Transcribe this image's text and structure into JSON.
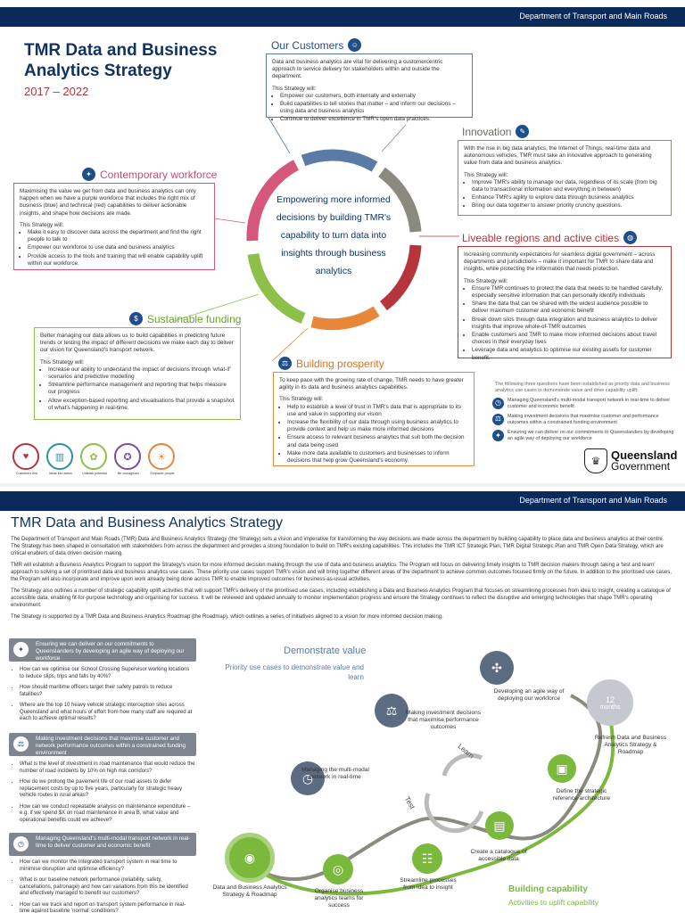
{
  "header": {
    "department": "Department of Transport and Main Roads"
  },
  "page1": {
    "title_line1": "TMR Data and Business",
    "title_line2": "Analytics Strategy",
    "years": "2017 – 2022",
    "center_text": "Empowering more informed decisions by building TMR's capability to turn data into insights through business analytics",
    "customers": {
      "heading": "Our Customers",
      "intro": "Data and business analytics are vital for delivering a customercentric approach to service delivery for stakeholders within and outside the department.",
      "will": "This Strategy will:",
      "items": [
        "Empower our customers, both internally and externally",
        "Build capabilities to tell stories that matter – and inform our decisions – using data and business analytics",
        "Continue to deliver excellence in TMR's open data practices."
      ]
    },
    "innovation": {
      "heading": "Innovation",
      "intro": "With the rise in big data analytics, the Internet of Things, real-time data and autonomous vehicles, TMR must take an innovative approach to generating value from data and business analytics.",
      "will": "This Strategy will:",
      "items": [
        "Improve TMR's ability to manage our data, regardless of its scale (from big data to transactional information and everything in between)",
        "Enhance TMR's agility to explore data through business analytics",
        "Bring our data together to answer priority crunchy questions."
      ]
    },
    "workforce": {
      "heading": "Contemporary workforce",
      "intro": "Maximising the value we get from data and business analytics can only happen when we have a purple workforce that includes the right mix of business (blue) and technical (red) capabilities to deliver actionable insights, and shape how decisions are made.",
      "will": "This Strategy will:",
      "items": [
        "Make it easy to discover data across the department and find the right people to talk to",
        "Empower our workforce to use data and business analytics",
        "Provide access to the tools and training that will enable capability uplift within our workforce."
      ]
    },
    "liveable": {
      "heading": "Liveable regions and active cities",
      "intro": "Increasing community expectations for seamless digital government – across departments and jurisdictions – make it important for TMR to share data and insights, while protecting the information that needs protection.",
      "will": "This Strategy will:",
      "items": [
        "Ensure TMR continues to protect the data that needs to be handled carefully, especially sensitive information that can personally identify individuals",
        "Share the data that can be shared with the widest audience possible to deliver maximum customer and economic benefit",
        "Break down silos through data integration and business analytics to deliver insights that improve whole-of-TMR outcomes",
        "Enable customers and TMR to make more informed decisions about travel choices in their everyday lives",
        "Leverage data and analytics to optimise our existing assets for customer benefit."
      ]
    },
    "funding": {
      "heading": "Sustainable funding",
      "intro": "Better managing our data allows us to build capabilities in predicting future trends or testing the impact of different decisions we make each day to deliver our vision for Queensland's transport network.",
      "will": "This Strategy will:",
      "items": [
        "Increase our ability to understand the impact of decisions through 'what-if' scenarios and predictive modelling",
        "Streamline performance management and reporting that helps measure our progress",
        "Allow exception-based reporting and visualisations that provide a snapshot of what's happening in real-time."
      ]
    },
    "prosperity": {
      "heading": "Building prosperity",
      "intro": "To keep pace with the growing rate of change, TMR needs to have greater agility in its data and business analytics capabilities.",
      "will": "This Strategy will:",
      "items": [
        "Help to establish a level of trust in TMR's data that is appropriate to its use and value in supporting our vision",
        "Increase the flexibility of our data through using business analytics to provide context and help us make more informed decisions",
        "Ensure access to relevant business analytics that suit both the decision and data being used",
        "Make more data available to customers and businesses to inform decisions that help grow Queensland's economy."
      ]
    },
    "priority": {
      "intro": "The following three questions have been established as priority data and business analytics use cases to demonstrate value and drive capability uplift:",
      "items": [
        "Managing Queensland's multi-modal transport network in real-time to deliver customer and economic benefit",
        "Making investment decisions that maximise customer and performance outcomes within a constrained funding environment",
        "Ensuring we can deliver on our commitments to Queenslanders by developing an agile way of deploying our workforce"
      ]
    },
    "values": [
      "Customers first",
      "Ideas into action",
      "Unleash potential",
      "Be courageous",
      "Empower people"
    ],
    "qld_logo": {
      "line1": "Queensland",
      "line2": "Government"
    },
    "ring_colors": [
      "#5b7aa5",
      "#8a8a7e",
      "#b6343b",
      "#e8863a",
      "#8dc049",
      "#d5587b"
    ]
  },
  "page2": {
    "title": "TMR Data and Business Analytics Strategy",
    "para1": "The Department of Transport and Main Roads (TMR) Data and Business Analytics Strategy (the Strategy) sets a vision and imperative for transforming the way decisions are made across the department by building capability to place data and business analytics at their centre. The Strategy has been shaped in consultation with stakeholders from across the department and provides a strong foundation to build on TMR's existing capabilities. This includes the TMR ICT Strategic Plan, TMR Digital Strategic Plan and TMR Open Data Strategy, which are critical enablers of data driven decision making.",
    "para2": "TMR will establish a Business Analytics Program to support the Strategy's vision for more informed decision making through the use of data and business analytics. The Program will focus on delivering timely insights to TMR decision makers through taking a 'test and learn' approach to solving a set of prioritised data and business analytics use cases. These priority use cases support TMR's vision and will bring together different areas of the department to achieve common outcomes focused firmly on the future. In addition to the prioritised use cases, the Program will also incorporate and improve upon work already being done across TMR to enable improved outcomes for business-as-usual activities.",
    "para3": "The Strategy also outlines a number of strategic capability uplift activities that will support TMR's delivery of the prioritised use cases, including establishing a Data and Business Analytics Program that focuses on streamlining processes from idea to insight, creating a catalogue of accessible data, enabling fit-for-purpose technology and organising for success. It will be reviewed and updated annually to monitor implementation progress and ensure the Strategy continues to reflect the disruptive and emerging technologies that shape TMR's operating environment.",
    "para4": "The Strategy is supported by a TMR Data and Business Analytics Roadmap (the Roadmap), which outlines a series of initiatives aligned to a vision for more informed decision making.",
    "cases": [
      {
        "heading": "Ensuring we can deliver on our commitments to Queenslanders by developing an agile way of deploying our workforce",
        "questions": [
          "How can we optimise our School Crossing Supervisor working locations to reduce slips, trips and falls by 40%?",
          "How should maritime officers target their safety patrols to reduce fatalities?",
          "Where are the top 10 heavy vehicle strategic interception sites across Queensland and what hours of effort from how many staff are required at each to achieve optimal results?"
        ]
      },
      {
        "heading": "Making investment decisions that maximise customer and network performance outcomes within a constrained funding environment",
        "questions": [
          "What is the level of investment in road maintenance that would reduce the number of road incidents by 10% on high risk corridors?",
          "How do we prolong the pavement life of our road assets to defer replacement costs by up to five years, particularly for strategic heavy vehicle routes in rural areas?",
          "How can we conduct repeatable analysis on maintenance expenditure – e.g. if we spend $X on road maintenance in area B, what value and operational benefits could we achieve?"
        ]
      },
      {
        "heading": "Managing Queensland's multi-modal transport network in real-time to deliver customer and economic benefit",
        "questions": [
          "How can we monitor the integrated transport system in real time to minimise disruption and optimise efficiency?",
          "What is our baseline network performance (reliability, safety, cancellations, patronage) and how can variations from this be identified and effectively managed to benefit our customers?",
          "How can we track and report on transport system performance in real-time against baseline 'normal' conditions?"
        ]
      }
    ],
    "demonstrate_value": "Demonstrate value",
    "priority_subtitle": "Priority use cases to demonstrate value and learn",
    "building_capability": "Building capability",
    "capability_subtitle": "Activities to uplift capability",
    "learn": "Learn",
    "test": "Test",
    "months_num": "12",
    "months_label": "months",
    "nodes": [
      "Data and Business Analytics Strategy & Roadmap",
      "Organise business analytics teams for success",
      "Streamline processes from idea to insight",
      "Create a catalogue of accessible data",
      "Define the strategic reference architecture",
      "Refresh Data and Business Analytics Strategy & Roadmap",
      "Developing an agile way of deploying our workforce",
      "Making investment decisions that maximise performance outcomes",
      "Managing the multi-modal network in real-time"
    ]
  }
}
